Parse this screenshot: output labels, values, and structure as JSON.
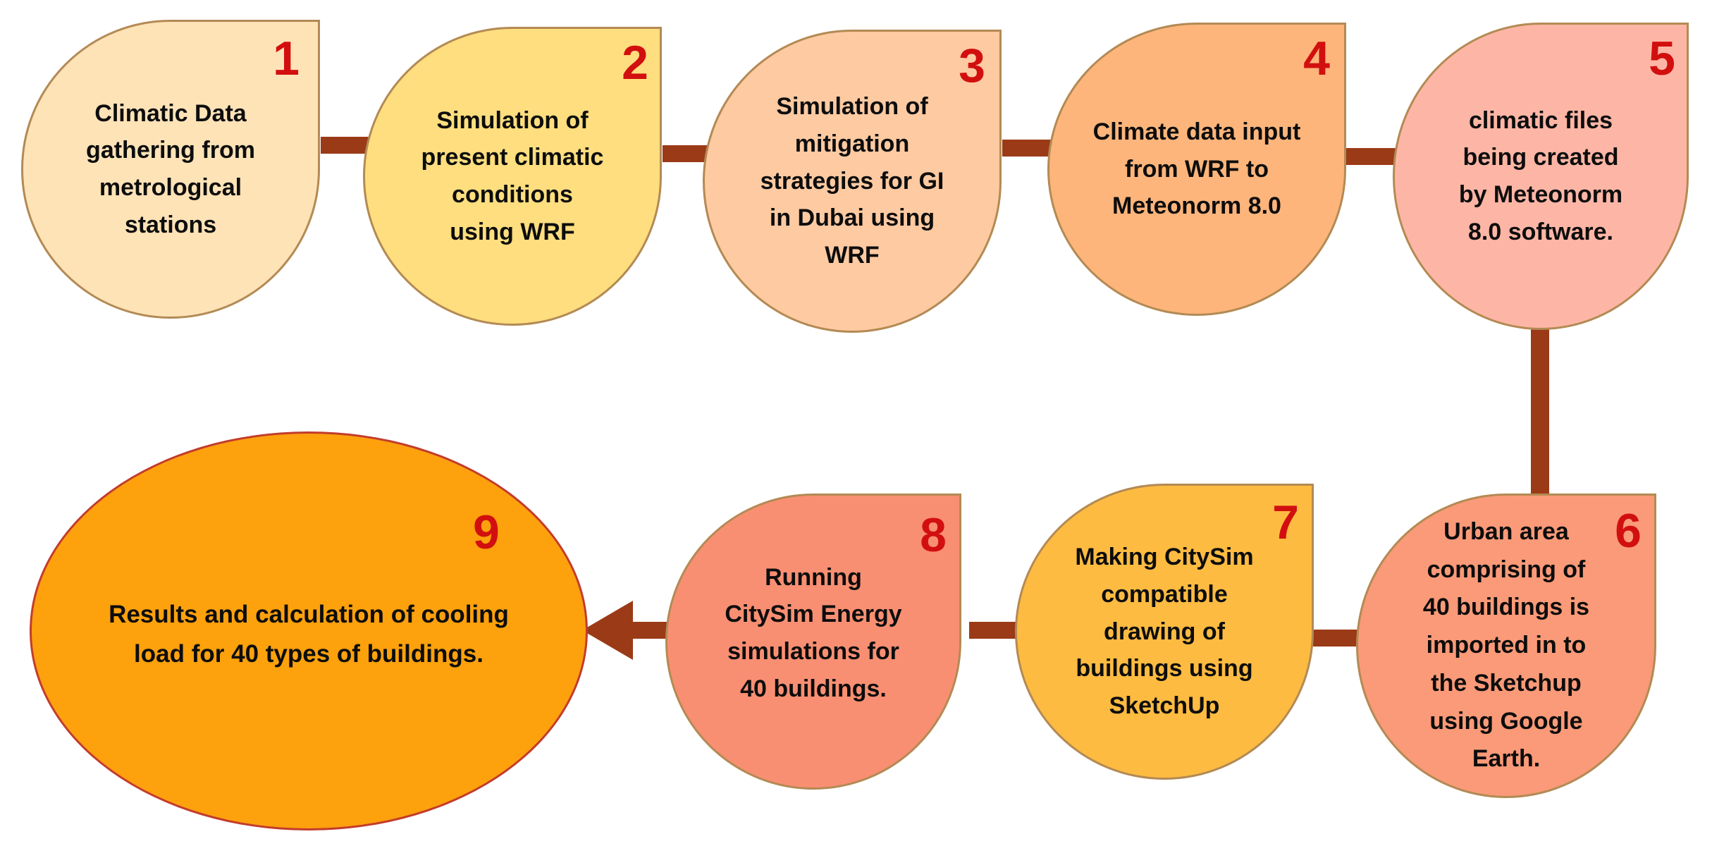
{
  "steps": [
    {
      "number": "1",
      "text": "Climatic Data\ngathering from\nmetrological\nstations",
      "color": "#fee3b7"
    },
    {
      "number": "2",
      "text": "Simulation of\npresent climatic\nconditions\nusing WRF",
      "color": "#fede7e"
    },
    {
      "number": "3",
      "text": "Simulation of\nmitigation\nstrategies for GI\nin Dubai using\nWRF",
      "color": "#fdcaa2"
    },
    {
      "number": "4",
      "text": "Climate data input\nfrom WRF to\nMeteonorm 8.0",
      "color": "#fdb57b"
    },
    {
      "number": "5",
      "text": "climatic files\nbeing created\nby Meteonorm\n8.0 software.",
      "color": "#fdb6a5"
    },
    {
      "number": "6",
      "text": "Urban area\ncomprising of\n40 buildings is\nimported in to\nthe Sketchup\nusing Google\nEarth.",
      "color": "#fa9a78"
    },
    {
      "number": "7",
      "text": "Making CitySim\ncompatible\ndrawing of\nbuildings using\nSketchUp",
      "color": "#fdbb41"
    },
    {
      "number": "8",
      "text": "Running\nCitySim Energy\nsimulations for\n40 buildings.",
      "color": "#f98f72"
    },
    {
      "number": "9",
      "text": "Results and calculation of cooling\nload for 40 types of buildings.",
      "color": "#fda10d"
    }
  ],
  "colors": {
    "connector": "#9b3a17",
    "number": "#d20f0f",
    "outline": "#b38a54"
  }
}
